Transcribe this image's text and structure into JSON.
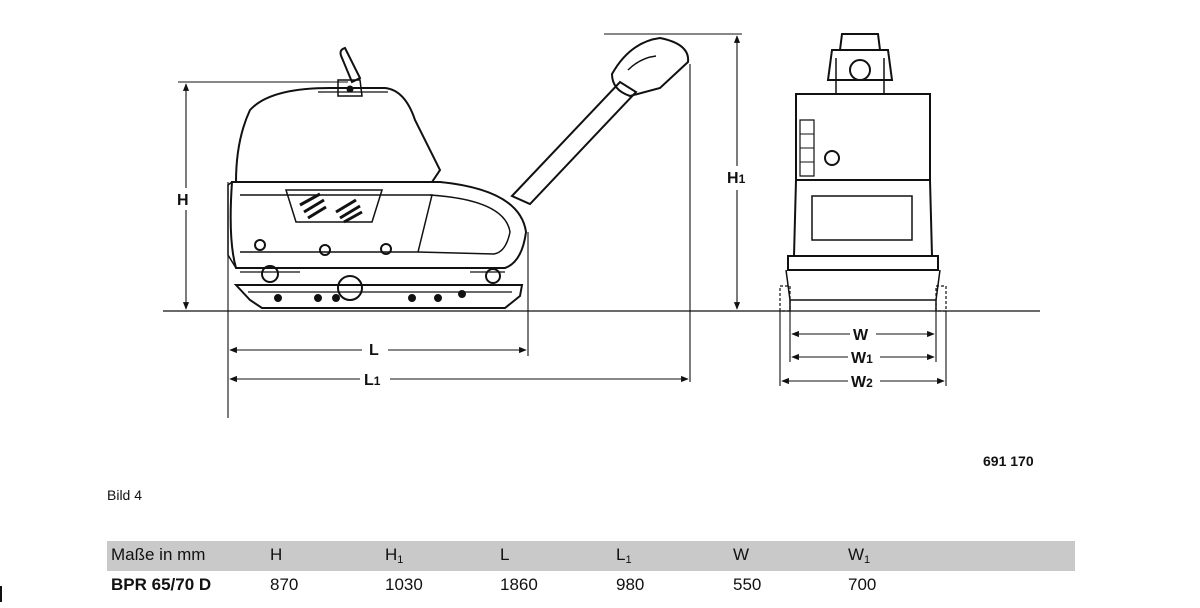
{
  "figure": {
    "labels": {
      "H": "H",
      "H1": "H",
      "H1_sub": "1",
      "L": "L",
      "L1": "L",
      "L1_sub": "1",
      "W": "W",
      "W1": "W",
      "W1_sub": "1",
      "W2": "W",
      "W2_sub": "2"
    },
    "part_number": "691 170",
    "caption": "Bild 4"
  },
  "table": {
    "header": {
      "label": "Maße in mm",
      "cols": [
        {
          "main": "H",
          "sub": ""
        },
        {
          "main": "H",
          "sub": "1"
        },
        {
          "main": "L",
          "sub": ""
        },
        {
          "main": "L",
          "sub": "1"
        },
        {
          "main": "W",
          "sub": ""
        },
        {
          "main": "W",
          "sub": "1"
        }
      ]
    },
    "rows": [
      {
        "label": "BPR 65/70 D",
        "values": [
          "870",
          "1030",
          "1860",
          "980",
          "550",
          "700"
        ]
      }
    ]
  }
}
